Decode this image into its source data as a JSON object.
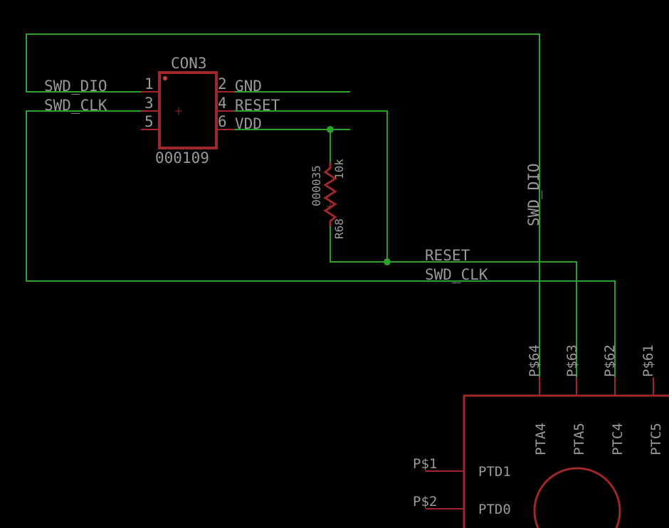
{
  "colors": {
    "background": "#000000",
    "wire": "#2da02d",
    "part_outline": "#a02828",
    "text": "#9a9a9a"
  },
  "connector": {
    "name": "CON3",
    "value": "000109",
    "pins_left": [
      {
        "num": "1",
        "net": "SWD_DIO"
      },
      {
        "num": "3",
        "net": "SWD_CLK"
      },
      {
        "num": "5",
        "net": ""
      }
    ],
    "pins_right": [
      {
        "num": "2",
        "net": "GND"
      },
      {
        "num": "4",
        "net": "RESET"
      },
      {
        "num": "6",
        "net": "VDD"
      }
    ]
  },
  "resistor": {
    "name": "R68",
    "value": "10k",
    "part": "000035"
  },
  "net_labels": {
    "reset": "RESET",
    "swd_clk": "SWD_CLK",
    "swd_dio": "SWD_DIO"
  },
  "mcu": {
    "top_pins": [
      {
        "pad": "P$64",
        "name": "PTA4"
      },
      {
        "pad": "P$63",
        "name": "PTA5"
      },
      {
        "pad": "P$62",
        "name": "PTC4"
      },
      {
        "pad": "P$61",
        "name": "PTC5"
      }
    ],
    "left_pins": [
      {
        "pad": "P$1",
        "name": "PTD1"
      },
      {
        "pad": "P$2",
        "name": "PTD0"
      }
    ]
  }
}
